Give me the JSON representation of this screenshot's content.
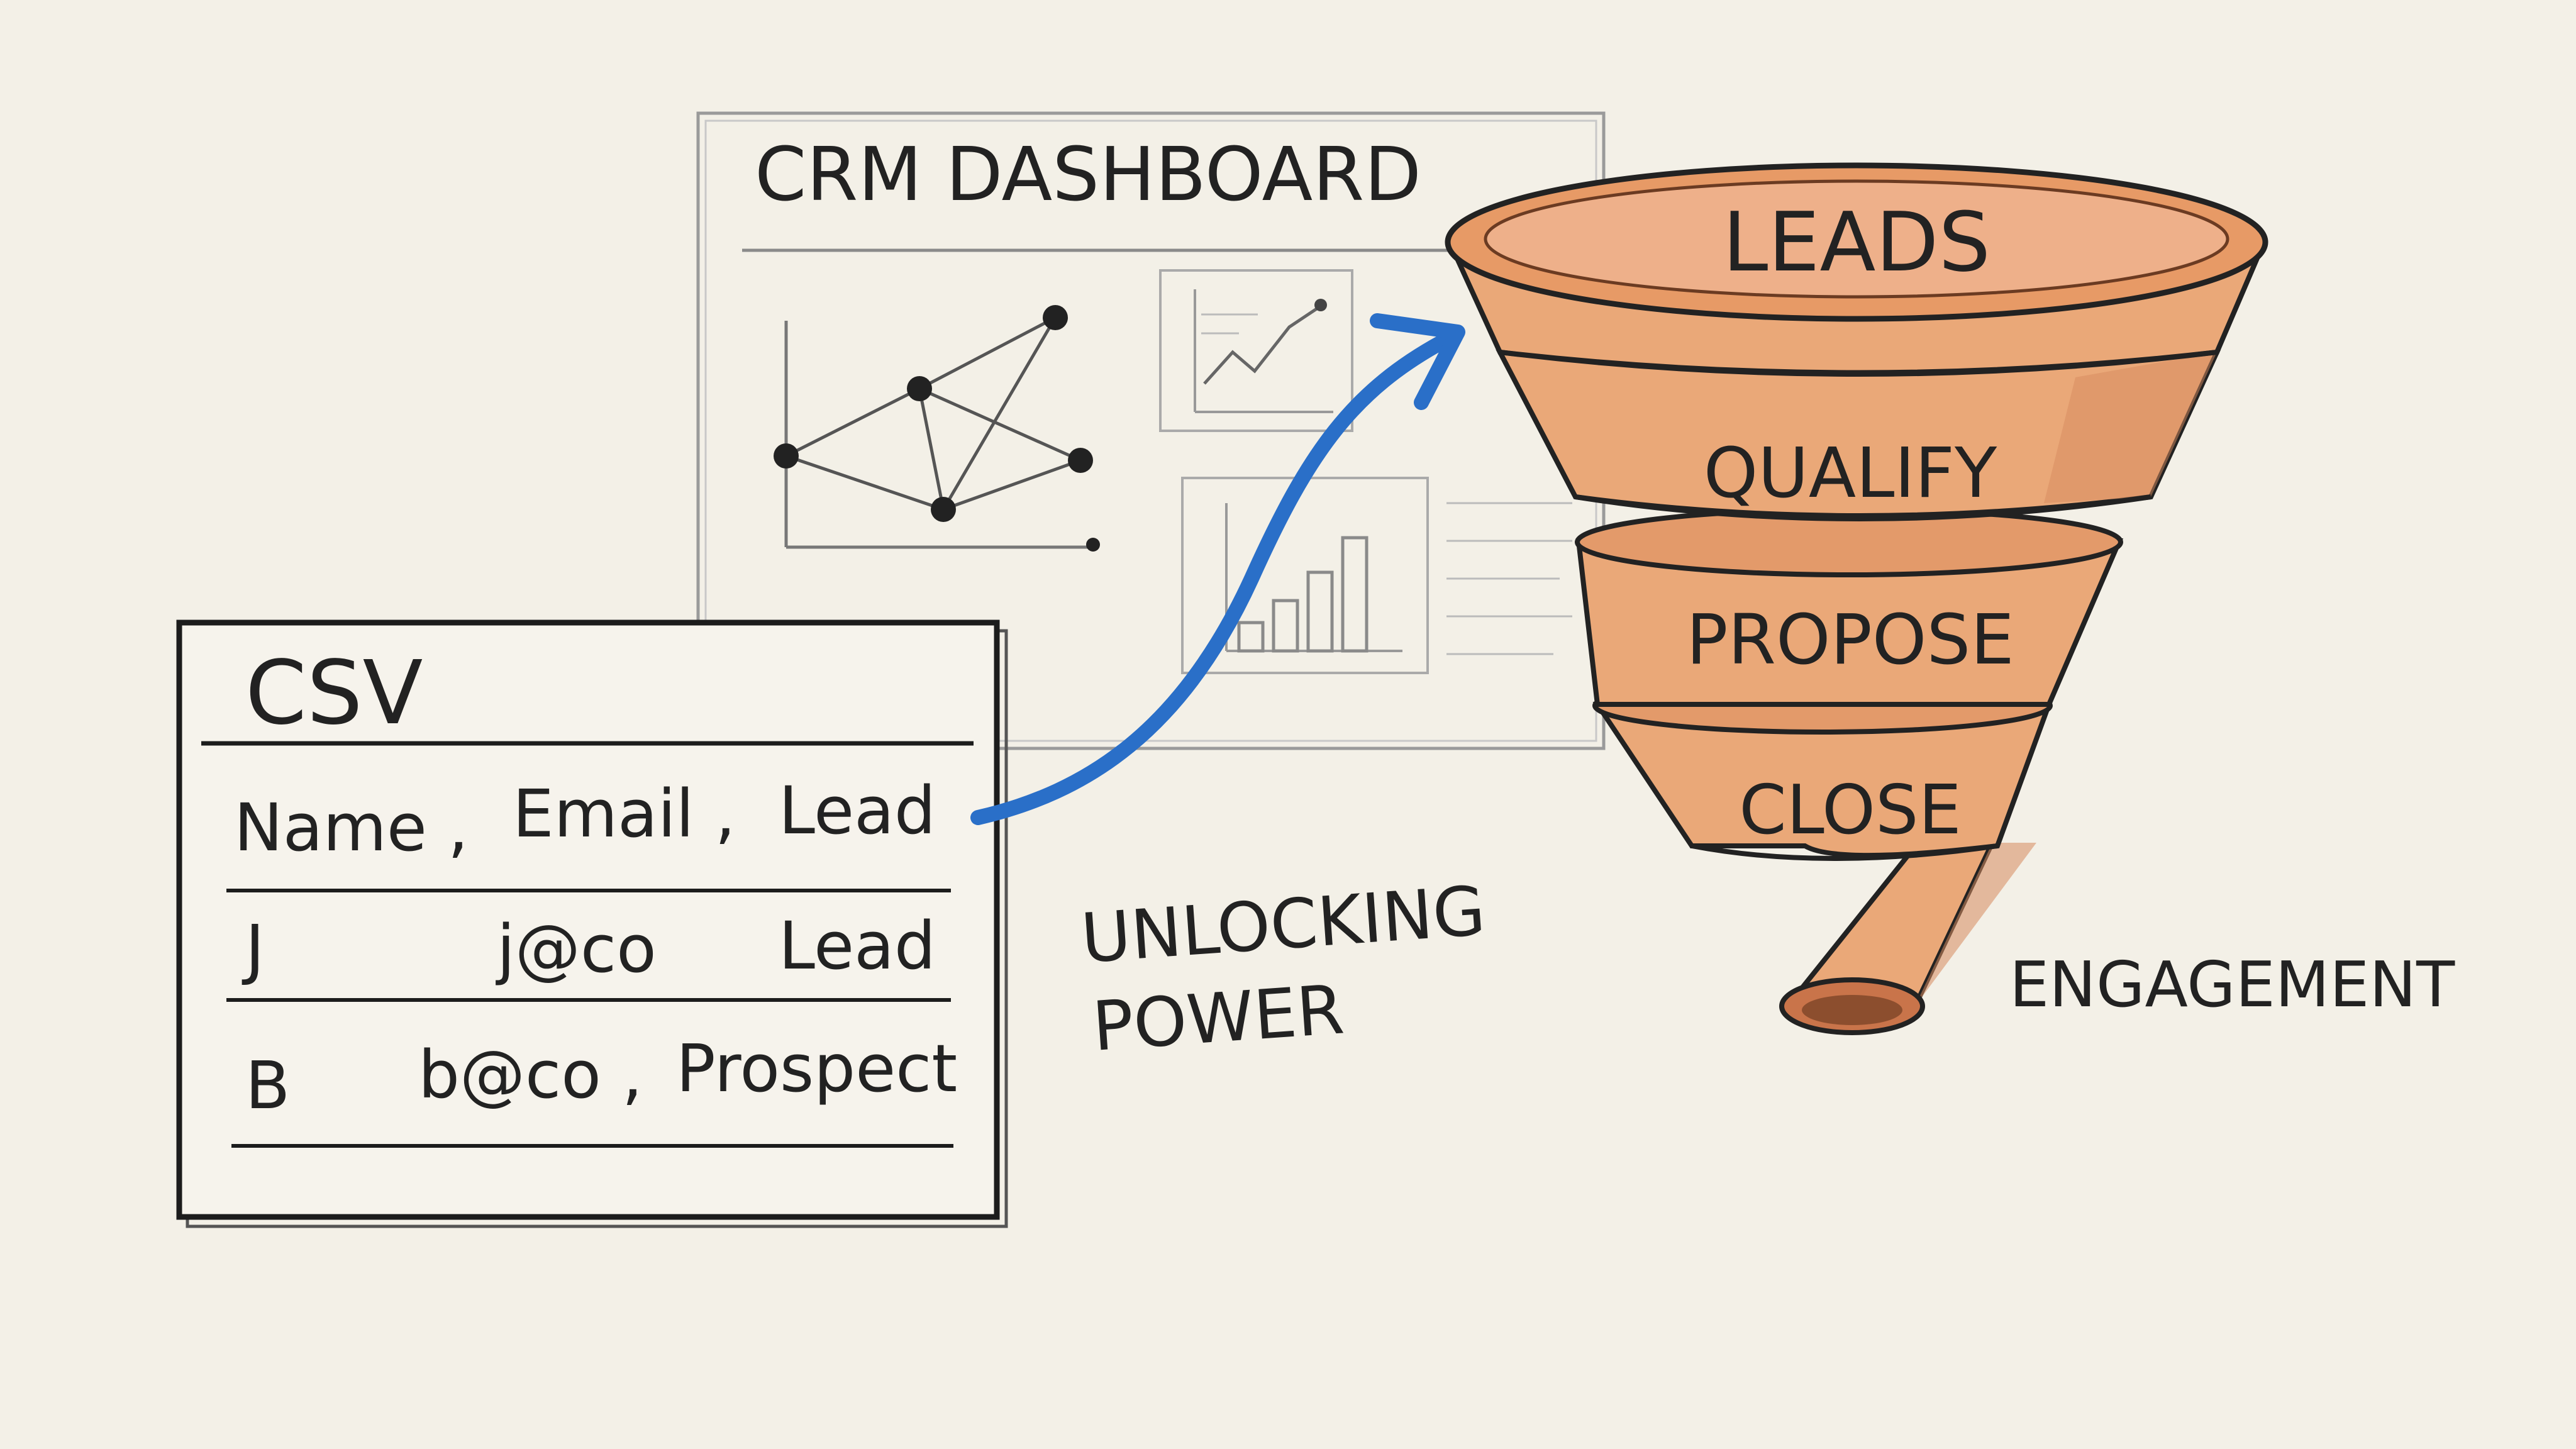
{
  "dashboard": {
    "title": "CRM DASHBOARD"
  },
  "csv": {
    "title": "CSV",
    "rows": [
      [
        "Name ,",
        "Email ,",
        "Lead"
      ],
      [
        "J",
        "j@co",
        "Lead"
      ],
      [
        "B",
        "b@co ,",
        "Prospect"
      ]
    ]
  },
  "caption": {
    "line1": "UNLOCKING",
    "line2": "POWER"
  },
  "funnel": {
    "stages": [
      "LEADS",
      "QUALIFY",
      "PROPOSE",
      "CLOSE"
    ],
    "side_label": "ENGAGEMENT"
  },
  "colors": {
    "background": "#f3f0e7",
    "funnel_fill": "#eaa878",
    "funnel_band": "#d9855a",
    "arrow": "#2a6fc8",
    "ink": "#222222"
  }
}
